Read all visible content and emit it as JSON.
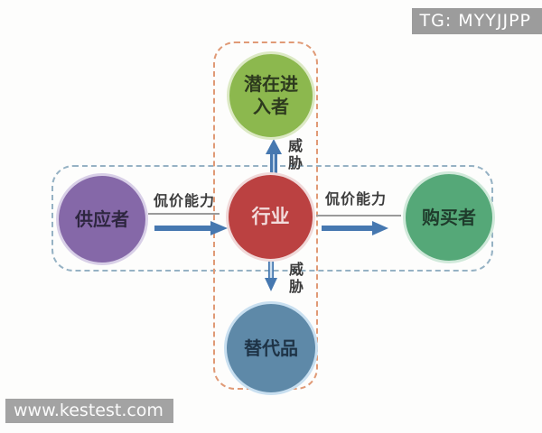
{
  "overlays": {
    "top_right_badge": "TG: MYYJJPP",
    "bottom_left_watermark": "www.kestest.com"
  },
  "diagram": {
    "kind": "five-forces-diagram",
    "nodes": {
      "potential_entrants": {
        "label": "潜在进入者",
        "color": "#8cb84e"
      },
      "industry": {
        "label": "行业",
        "color": "#bb4141"
      },
      "suppliers": {
        "label": "供应者",
        "color": "#8568a8"
      },
      "buyers": {
        "label": "购买者",
        "color": "#55a878"
      },
      "substitutes": {
        "label": "替代品",
        "color": "#5e89a8"
      }
    },
    "edges": {
      "suppliers_to_industry": {
        "label": "侃价能力"
      },
      "industry_to_buyers": {
        "label": "侃价能力"
      },
      "entrants_to_industry": {
        "label": "威胁"
      },
      "substitutes_to_industry": {
        "label": "威胁"
      }
    },
    "colors": {
      "arrow": "#4678b0",
      "vertical_group_border": "#e09a76",
      "horizontal_group_border": "#96b2c4",
      "badge_background": "#9c9c9c"
    }
  }
}
